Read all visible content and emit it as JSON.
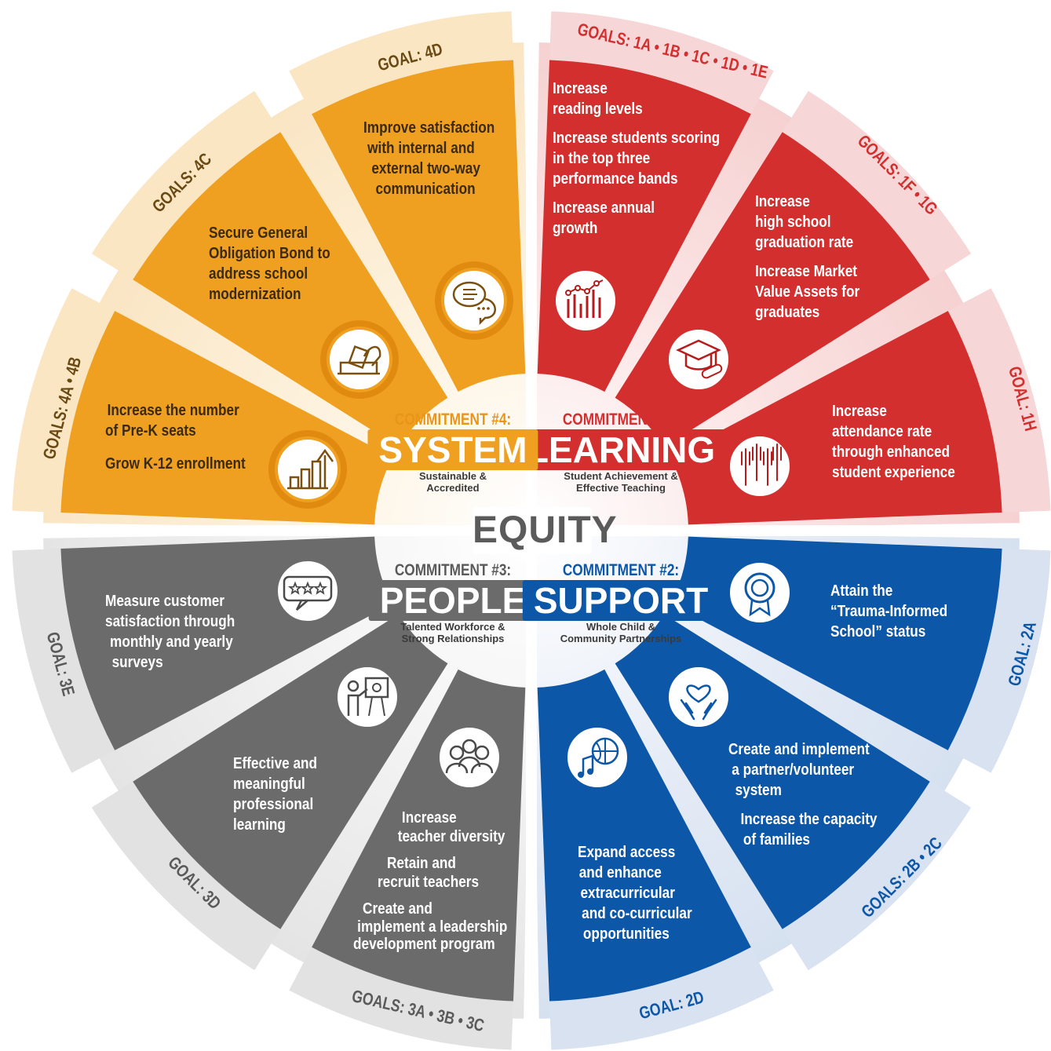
{
  "center": {
    "label": "EQUITY"
  },
  "colors": {
    "learning": "#d32f2f",
    "learning_light": "#f6d6d6",
    "support": "#0d57a8",
    "support_light": "#d9e2f0",
    "people": "#6b6b6b",
    "people_light": "#e2e2e2",
    "system": "#f0a020",
    "system_light": "#fbe6c4"
  },
  "commitments": {
    "learning": {
      "heading": "COMMITMENT #1:",
      "name": "LEARNING",
      "subtitle": [
        "Student Achievement &",
        "Effective Teaching"
      ]
    },
    "support": {
      "heading": "COMMITMENT #2:",
      "name": "SUPPORT",
      "subtitle": [
        "Whole Child &",
        "Community Partnerships"
      ]
    },
    "people": {
      "heading": "COMMITMENT #3:",
      "name": "PEOPLE",
      "subtitle": [
        "Talented Workforce &",
        "Strong Relationships"
      ]
    },
    "system": {
      "heading": "COMMITMENT #4:",
      "name": "SYSTEM",
      "subtitle": [
        "Sustainable &",
        "Accredited"
      ]
    }
  },
  "segments": [
    {
      "id": "1a-1e",
      "commitment": "learning",
      "goal_label": "GOALS: 1A • 1B • 1C • 1D • 1E",
      "icon": "chart-icon",
      "text": [
        "Increase",
        "reading levels",
        "Increase students scoring",
        "in the top three",
        "performance bands",
        "Increase annual",
        "growth"
      ]
    },
    {
      "id": "1f-1g",
      "commitment": "learning",
      "goal_label": "GOALS: 1F • 1G",
      "icon": "graduation-cap-icon",
      "text": [
        "Increase",
        "high school",
        "graduation rate",
        "Increase Market",
        "Value Assets for",
        "graduates"
      ]
    },
    {
      "id": "1h",
      "commitment": "learning",
      "goal_label": "GOAL: 1H",
      "icon": "raised-hands-icon",
      "text": [
        "Increase",
        "attendance rate",
        "through enhanced",
        "student experience"
      ]
    },
    {
      "id": "2a",
      "commitment": "support",
      "goal_label": "GOAL: 2A",
      "icon": "award-ribbon-icon",
      "text": [
        "Attain the",
        "“Trauma-Informed",
        "School” status"
      ]
    },
    {
      "id": "2b-2c",
      "commitment": "support",
      "goal_label": "GOALS: 2B • 2C",
      "icon": "heart-hands-icon",
      "text": [
        "Create and implement",
        "a partner/volunteer",
        "system",
        "Increase the capacity",
        "of families"
      ]
    },
    {
      "id": "2d",
      "commitment": "support",
      "goal_label": "GOAL: 2D",
      "icon": "music-ball-icon",
      "text": [
        "Expand access",
        "and enhance",
        "extracurricular",
        "and co-curricular",
        "opportunities"
      ]
    },
    {
      "id": "3a-3c",
      "commitment": "people",
      "goal_label": "GOALS: 3A • 3B • 3C",
      "icon": "people-group-icon",
      "text": [
        "Increase",
        "teacher diversity",
        "Retain and",
        "recruit teachers",
        "Create and",
        "implement a leadership",
        "development program"
      ]
    },
    {
      "id": "3d",
      "commitment": "people",
      "goal_label": "GOAL: 3D",
      "icon": "presenter-board-icon",
      "text": [
        "Effective and",
        "meaningful",
        "professional",
        "learning"
      ]
    },
    {
      "id": "3e",
      "commitment": "people",
      "goal_label": "GOAL: 3E",
      "icon": "star-rating-icon",
      "text": [
        "Measure customer",
        "satisfaction through",
        "monthly and yearly",
        "surveys"
      ]
    },
    {
      "id": "4a-4b",
      "commitment": "system",
      "goal_label": "GOALS: 4A • 4B",
      "icon": "growth-arrow-icon",
      "text": [
        "Increase the number",
        "of Pre-K seats",
        "Grow K-12 enrollment"
      ]
    },
    {
      "id": "4c",
      "commitment": "system",
      "goal_label": "GOALS: 4C",
      "icon": "ballot-box-icon",
      "text": [
        "Secure General",
        "Obligation Bond to",
        "address school",
        "modernization"
      ]
    },
    {
      "id": "4d",
      "commitment": "system",
      "goal_label": "GOAL: 4D",
      "icon": "speech-bubbles-icon",
      "text": [
        "Improve satisfaction",
        "with internal and",
        "external two-way",
        "communication"
      ]
    }
  ]
}
